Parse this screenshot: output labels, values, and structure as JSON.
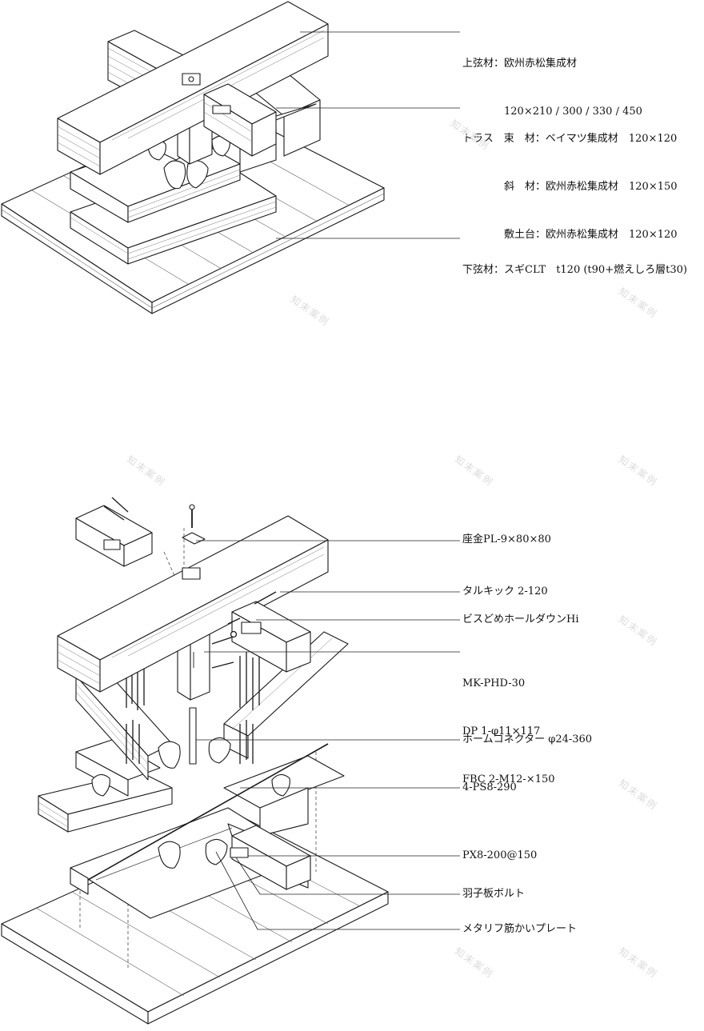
{
  "upper_diagram": {
    "labels": [
      {
        "id": "top-chord",
        "lines": [
          "上弦材：欧州赤松集成材",
          "　　　　120×210 / 300 / 330 / 450"
        ]
      },
      {
        "id": "truss",
        "lines": [
          "トラス　束　材：ベイマツ集成材　120×120",
          "　　　　斜　材：欧州赤松集成材　120×150",
          "　　　　敷土台：欧州赤松集成材　120×120"
        ]
      },
      {
        "id": "bottom-chord",
        "lines": [
          "下弦材：スギCLT　t120 (t90+燃えしろ層t30)"
        ]
      }
    ]
  },
  "lower_diagram": {
    "labels": [
      {
        "id": "washer-plate",
        "text": "座金PL-9×80×80"
      },
      {
        "id": "tarukick",
        "text": "タルキック 2-120"
      },
      {
        "id": "holdown",
        "text": "ビスどめホールダウンHi"
      },
      {
        "id": "mk-phd",
        "lines": [
          "MK-PHD-30",
          "DP 1-φ11×117",
          "FBC 2-M12-×150"
        ]
      },
      {
        "id": "home-connector",
        "text": "ホームコネクター φ24-360"
      },
      {
        "id": "ps8",
        "text": "4-PS8-290"
      },
      {
        "id": "px8",
        "text": "PX8-200@150"
      },
      {
        "id": "hagoita-bolt",
        "text": "羽子板ボルト"
      },
      {
        "id": "metalif-plate",
        "text": "メタリフ筋かいプレート"
      }
    ]
  },
  "watermark": "知末案例",
  "colors": {
    "line": "#1a1a1a",
    "wood_face": "#ffffff",
    "grain": "#555555",
    "watermark": "#dcdcdc"
  }
}
